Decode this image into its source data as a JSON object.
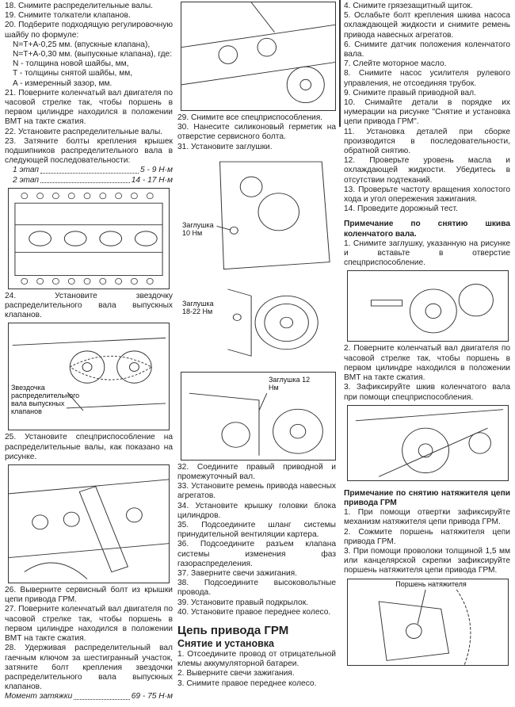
{
  "col1": {
    "steps_a": [
      "18. Снимите распределительные валы.",
      "19. Снимите толкатели клапанов.",
      "20. Подберите подходящую регулировочную шайбу по формуле:"
    ],
    "formula": [
      "N=T+A-0,25 мм. (впускные клапана),",
      "N=T+A-0,30 мм. (выпускные клапана), где:",
      "N - толщина новой шайбы, мм,",
      "T - толщины снятой шайбы, мм,",
      "A - измеренный зазор, мм."
    ],
    "steps_b": [
      "21. Поверните коленчатый вал двигателя по часовой стрелке так, чтобы поршень в первом цилиндре находился в положении ВМТ на такте сжатия.",
      "22. Установите распределительные валы.",
      "23. Затяните болты крепления крышек подшипников распределительного вала в следующей последовательности:"
    ],
    "torque": [
      {
        "label": "1 этап",
        "value": "5 - 9 Н·м"
      },
      {
        "label": "2 этап",
        "value": "14 - 17 Н·м"
      }
    ],
    "step24": "24. Установите звездочку распределительного вала выпускных клапанов.",
    "fig2_label": "Звездочка распределительного вала выпускных клапанов",
    "step25": "25. Установите спецприспособление на распределительные валы, как показано на рисунке.",
    "steps_c": [
      "26. Выверните сервисный болт из крышки цепи привода ГРМ.",
      "27. Поверните коленчатый вал двигателя по часовой стрелке так, чтобы поршень в первом цилиндре находился в положении ВМТ на такте сжатия.",
      "28. Удерживая распределительный вал гаечным ключом за шестигранный участок, затяните болт крепления звездочки распределительного вала выпускных клапанов."
    ],
    "torque_final": {
      "label": "Момент затяжки",
      "value": "69 - 75 Н·м"
    }
  },
  "col2": {
    "steps_a": [
      "29. Снимите все спецприспособления.",
      "30. Нанесите силиконовый герметик на отверстие сервисного болта.",
      "31. Установите заглушки."
    ],
    "fig_labels": [
      "Заглушка 10 Нм",
      "Заглушка 18-22 Нм",
      "Заглушка 12 Нм"
    ],
    "steps_b": [
      "32. Соедините правый приводной и промежуточный вал.",
      "33. Установите ремень привода навесных агрегатов.",
      "34. Установите крышку головки блока цилиндров.",
      "35. Подсоедините шланг системы принудительной вентиляции картера.",
      "36. Подсоедините разъем клапана системы изменения фаз газораспределения.",
      "37. Заверните свечи зажигания.",
      "38. Подсоедините высоковольтные провода.",
      "39. Установите правый подкрылок.",
      "40. Установите правое переднее колесо."
    ],
    "heading": "Цепь привода ГРМ",
    "subheading": "Снятие и установка",
    "steps_c": [
      "1. Отсоедините провод от отрицательной клемы аккумуляторной батареи.",
      "2. Выверните свечи зажигания.",
      "3. Снимите правое переднее колесо."
    ]
  },
  "col3": {
    "steps_a": [
      "4. Снимите грязезащитный щиток.",
      "5. Ослабьте болт крепления шкива насоса охлаждающей жидкости и снимите ремень привода навесных агрегатов.",
      "6. Снимите датчик положения коленчатого вала.",
      "7. Слейте моторное масло.",
      "8. Снимите насос усилителя рулевого управления, не отсоединяя трубок.",
      "9. Снимите правый приводной вал.",
      "10. Снимайте детали в порядке их нумерации на рисунке \"Снятие и установка цепи привода ГРМ\".",
      "11. Установка деталей при сборке производится в последовательности, обратной снятию.",
      "12. Проверьте уровень масла и охлаждающей жидкости. Убедитесь в отсутствии подтеканий.",
      "13. Проверьте частоту вращения холостого хода и угол опережения зажигания.",
      "14. Проведите дорожный тест."
    ],
    "note1_title": "Примечание по снятию шкива коленчатого вала.",
    "note1_steps": [
      "1. Снимите заглушку, указанную на рисунке и вставьте в отверстие спецприспособление.",
      "2. Поверните коленчатый вал двигателя по часовой стрелке так, чтобы поршень в первом цилиндре находился в положении ВМТ на такте сжатия.",
      "3. Зафиксируйте шкив коленчатого вала при помощи спецприспособления."
    ],
    "note2_title": "Примечание по снятию натяжителя цепи привода ГРМ",
    "note2_steps": [
      "1. При помощи отвертки зафиксируйте механизм натяжителя цепи привода ГРМ.",
      "2. Сожмите поршень натяжителя цепи привода ГРМ.",
      "3. При помощи проволоки толщиной 1,5 мм или канцелярской скрепки зафиксируйте поршень натяжителя цепи привода ГРМ."
    ],
    "fig_label": "Поршень натяжителя"
  }
}
